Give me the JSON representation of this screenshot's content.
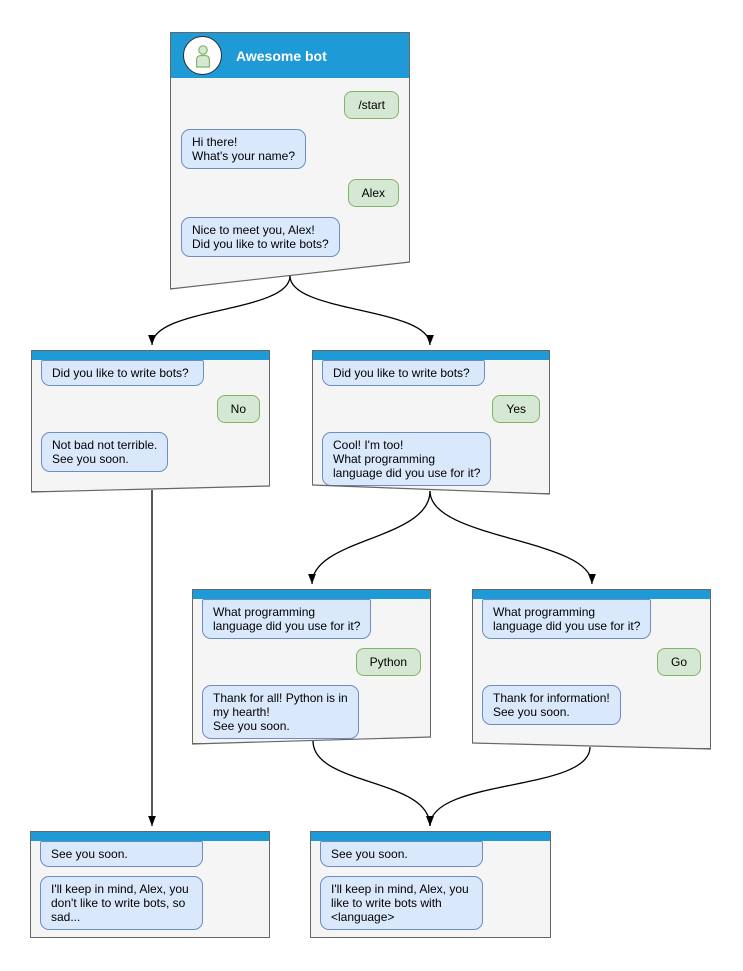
{
  "diagram_type": "chatbot-conversation-flowchart",
  "colors": {
    "header_blue": "#1E9BD7",
    "bot_bubble_fill": "#DAE8FC",
    "bot_bubble_border": "#6C8EBF",
    "user_bubble_fill": "#D5E8D4",
    "user_bubble_border": "#82B366",
    "window_fill": "#F5F5F5",
    "window_border": "#666666",
    "arrow": "#000000"
  },
  "windows": [
    {
      "id": "main",
      "title": "Awesome bot",
      "messages": [
        {
          "sender": "user",
          "text": "/start"
        },
        {
          "sender": "bot",
          "text": "Hi there!\nWhat's your name?"
        },
        {
          "sender": "user",
          "text": "Alex"
        },
        {
          "sender": "bot",
          "text": "Nice to meet you, Alex!\nDid you like to write bots?"
        }
      ]
    },
    {
      "id": "branch-no",
      "messages": [
        {
          "sender": "bot",
          "text": "Did you like to write bots?"
        },
        {
          "sender": "user",
          "text": "No"
        },
        {
          "sender": "bot",
          "text": "Not bad not terrible.\nSee you soon."
        }
      ]
    },
    {
      "id": "branch-yes",
      "messages": [
        {
          "sender": "bot",
          "text": "Did you like to write bots?"
        },
        {
          "sender": "user",
          "text": "Yes"
        },
        {
          "sender": "bot",
          "text": "Cool! I'm too!\nWhat programming\nlanguage did you use for it?"
        }
      ]
    },
    {
      "id": "lang-python",
      "messages": [
        {
          "sender": "bot",
          "text": "What programming\nlanguage did you use for it?"
        },
        {
          "sender": "user",
          "text": "Python"
        },
        {
          "sender": "bot",
          "text": "Thank for all! Python is in\nmy hearth!\nSee you soon."
        }
      ]
    },
    {
      "id": "lang-go",
      "messages": [
        {
          "sender": "bot",
          "text": "What programming\nlanguage did you use for it?"
        },
        {
          "sender": "user",
          "text": "Go"
        },
        {
          "sender": "bot",
          "text": "Thank for information!\nSee you soon."
        }
      ]
    },
    {
      "id": "end-no",
      "messages": [
        {
          "sender": "bot",
          "text": "See you soon."
        },
        {
          "sender": "bot",
          "text": "I'll keep in mind, Alex, you\ndon't like to write bots, so\nsad..."
        }
      ]
    },
    {
      "id": "end-yes",
      "messages": [
        {
          "sender": "bot",
          "text": "See you soon."
        },
        {
          "sender": "bot",
          "text": "I'll keep in mind, Alex, you\nlike to write bots with\n<language>"
        }
      ]
    }
  ]
}
